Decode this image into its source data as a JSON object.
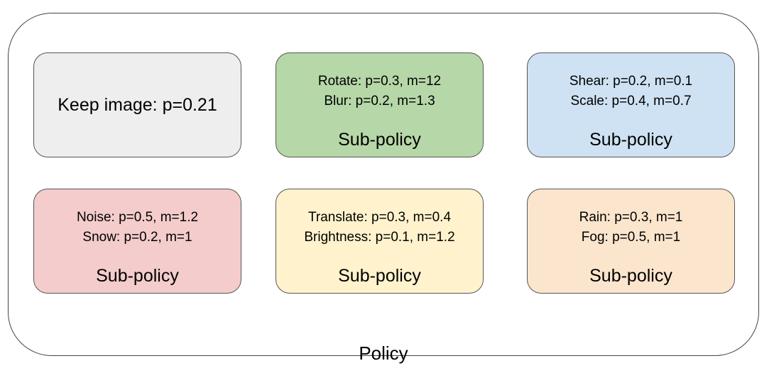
{
  "policy": {
    "label": "Policy"
  },
  "keep_box": {
    "text": "Keep image: p=0.21",
    "color": "#eeeeee"
  },
  "sub_policies": [
    {
      "lines": [
        "Rotate: p=0.3, m=12",
        "Blur: p=0.2, m=1.3"
      ],
      "label": "Sub-policy",
      "color": "#b6d7a8"
    },
    {
      "lines": [
        "Shear: p=0.2, m=0.1",
        "Scale: p=0.4, m=0.7"
      ],
      "label": "Sub-policy",
      "color": "#cfe2f3"
    },
    {
      "lines": [
        "Noise: p=0.5, m=1.2",
        "Snow: p=0.2, m=1"
      ],
      "label": "Sub-policy",
      "color": "#f4cccc"
    },
    {
      "lines": [
        "Translate: p=0.3, m=0.4",
        "Brightness: p=0.1, m=1.2"
      ],
      "label": "Sub-policy",
      "color": "#fff2cc"
    },
    {
      "lines": [
        "Rain: p=0.3, m=1",
        "Fog: p=0.5, m=1"
      ],
      "label": "Sub-policy",
      "color": "#fce5cd"
    }
  ]
}
